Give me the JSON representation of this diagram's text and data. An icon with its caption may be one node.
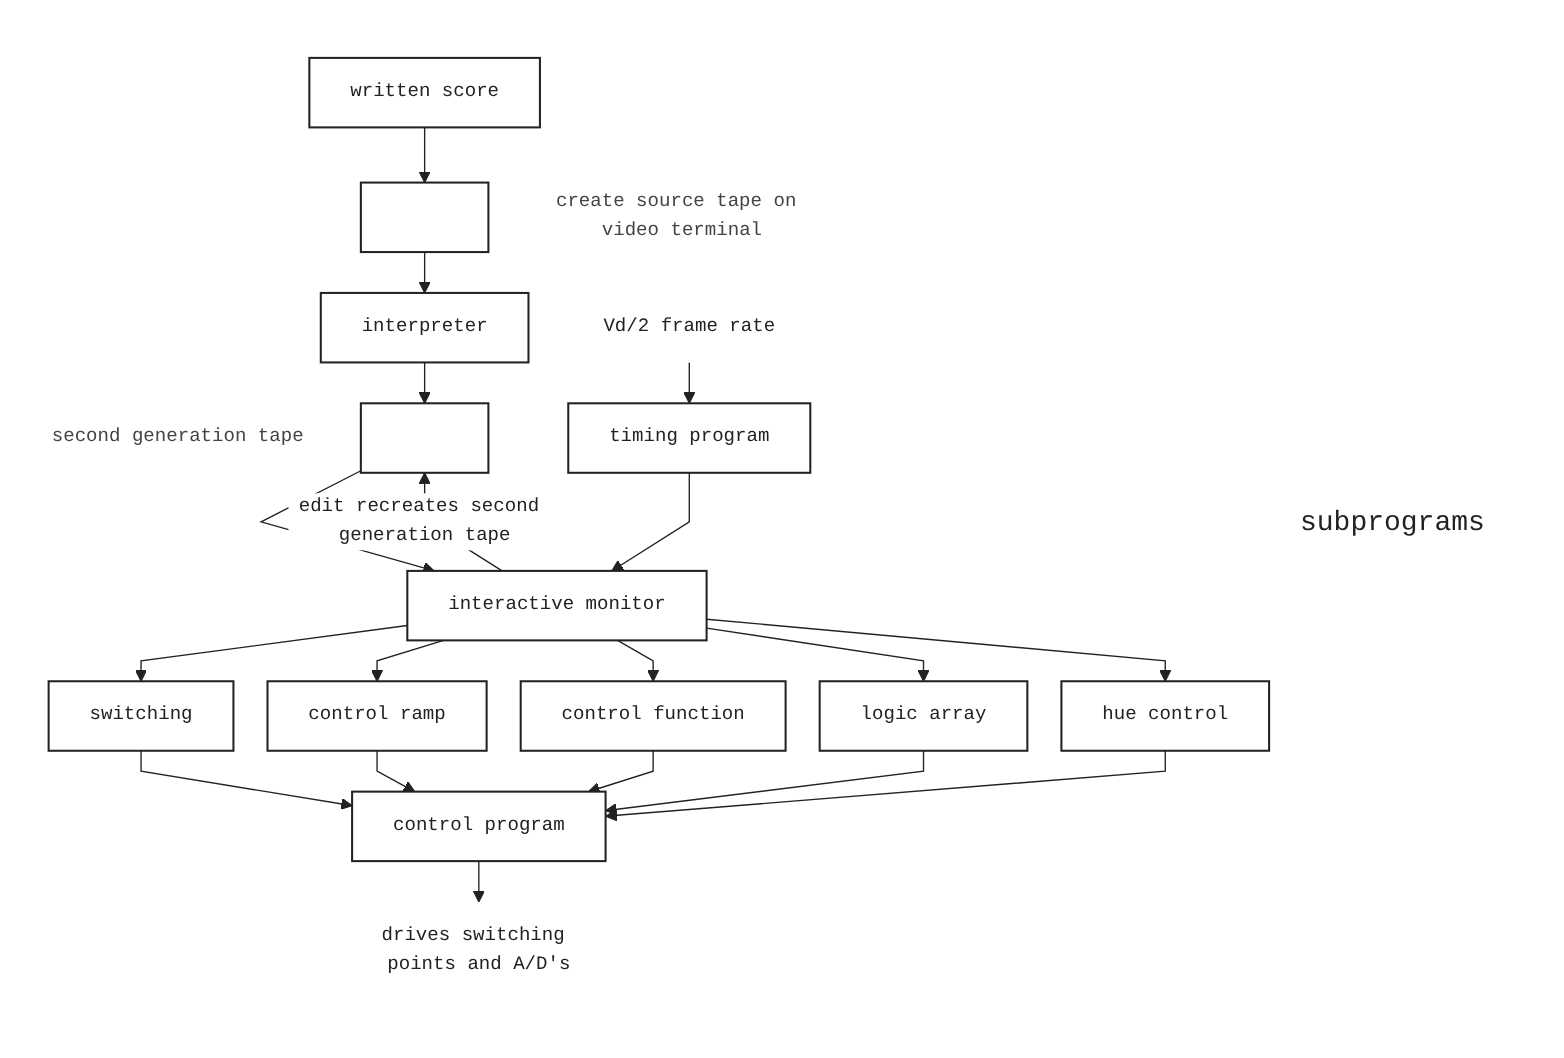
{
  "diagram": {
    "nodes": [
      {
        "text": [
          "written score"
        ]
      },
      {
        "text": [],
        "shape": "box",
        "beside": [
          "create source tape on video terminal"
        ]
      },
      {
        "text": [
          "interpreter"
        ]
      },
      {
        "text": [],
        "shape": "box",
        "beside": [
          "second generation tape"
        ]
      },
      {
        "text": [
          "interactive monitor"
        ]
      },
      {
        "text": [
          "timing program"
        ]
      },
      {
        "text": [
          "Vd/2 frame rate"
        ]
      },
      {
        "text": [
          "switching"
        ]
      },
      {
        "text": [
          "control ramp"
        ]
      },
      {
        "text": [
          "control function"
        ]
      },
      {
        "text": [
          "logic array"
        ]
      },
      {
        "text": [
          "hue control"
        ]
      },
      {
        "text": [
          "control program"
        ]
      },
      {
        "text": [
          "drives switching points and A/D's"
        ]
      }
    ],
    "edges": [
      {
        "from": 0,
        "to": 1,
        "arrow": "to"
      },
      {
        "from": 1,
        "to": 2,
        "arrow": "to"
      },
      {
        "from": 2,
        "to": 3,
        "arrow": "to"
      },
      {
        "from": 3,
        "to": 4,
        "arrow": "to"
      },
      {
        "from": 4,
        "to": 3,
        "arrow": "to",
        "label": "edit recreates second generation tape"
      },
      {
        "from": 6,
        "to": 5,
        "arrow": "to"
      },
      {
        "from": 5,
        "to": 4,
        "arrow": "to"
      },
      {
        "from": 4,
        "to": 7,
        "arrow": "to"
      },
      {
        "from": 4,
        "to": 8,
        "arrow": "to"
      },
      {
        "from": 4,
        "to": 9,
        "arrow": "to"
      },
      {
        "from": 4,
        "to": 10,
        "arrow": "to"
      },
      {
        "from": 4,
        "to": 11,
        "arrow": "to"
      },
      {
        "from": 7,
        "to": 12,
        "arrow": "to"
      },
      {
        "from": 8,
        "to": 12,
        "arrow": "to"
      },
      {
        "from": 9,
        "to": 12,
        "arrow": "to"
      },
      {
        "from": 10,
        "to": 12,
        "arrow": "to"
      },
      {
        "from": 11,
        "to": 12,
        "arrow": "to"
      },
      {
        "from": 12,
        "to": 13,
        "arrow": "to"
      }
    ],
    "labels": [
      "subprograms"
    ]
  }
}
